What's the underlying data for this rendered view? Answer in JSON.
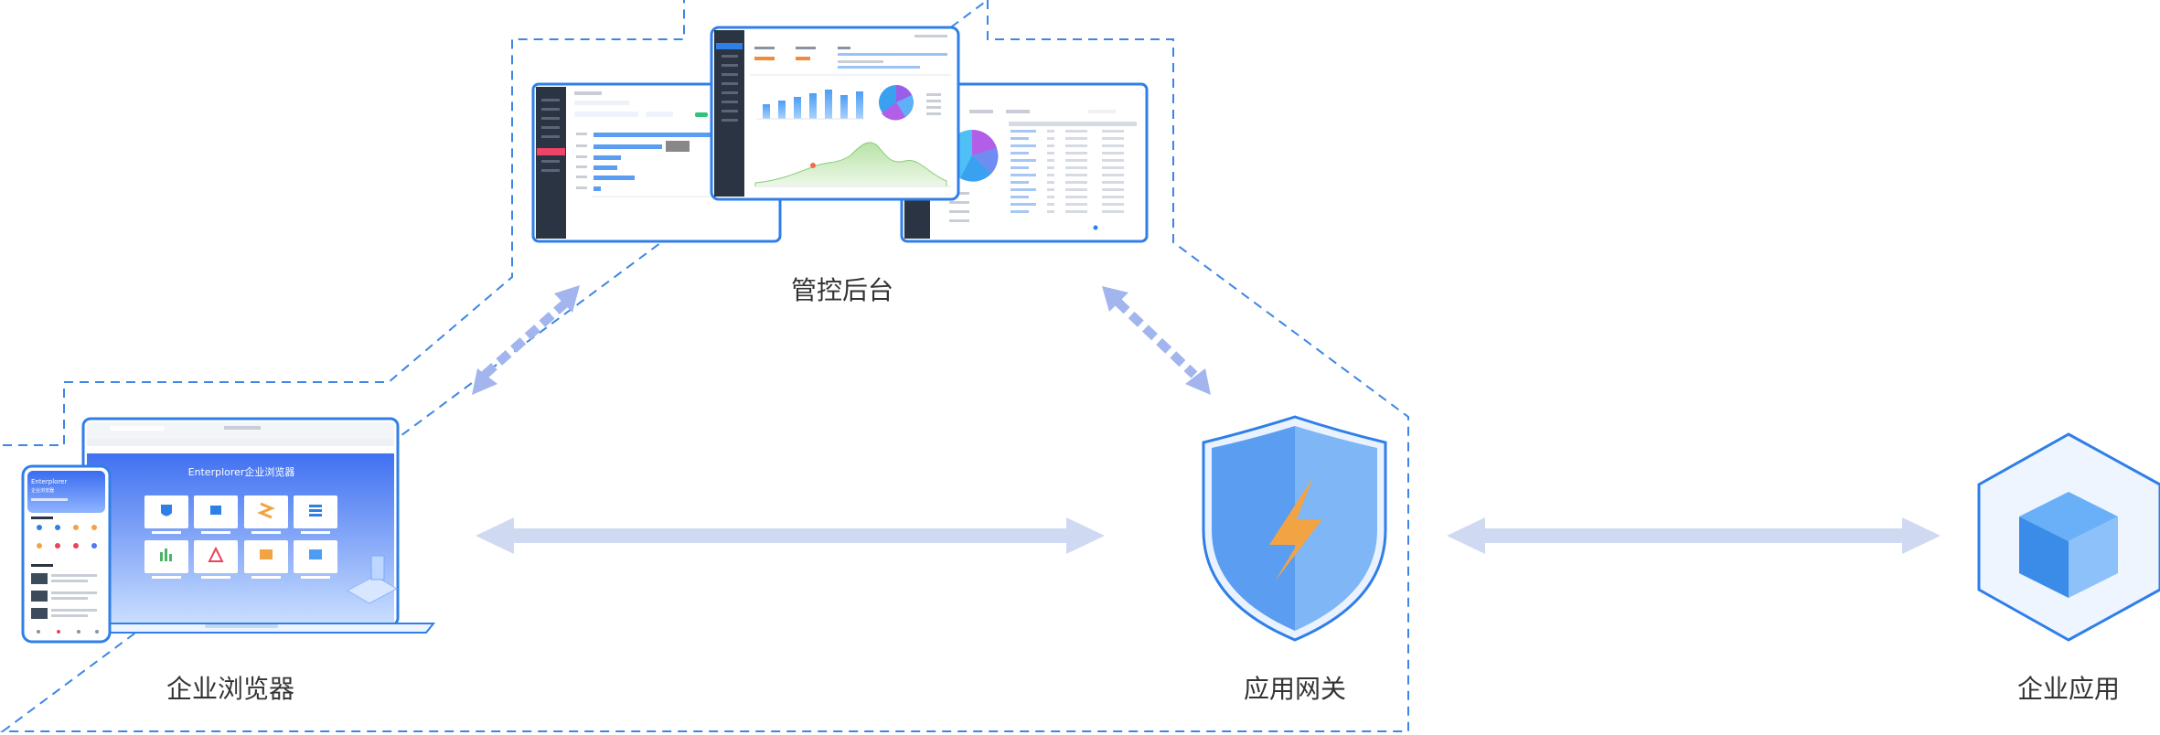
{
  "nodes": {
    "management": {
      "label": "管控后台"
    },
    "browser": {
      "label": "企业浏览器",
      "hero_title": "Enterplorer企业浏览器"
    },
    "mobile": {
      "app_name": "Enterplorer",
      "subtitle": "企业浏览器"
    },
    "gateway": {
      "label": "应用网关"
    },
    "enterprise_app": {
      "label": "企业应用"
    }
  },
  "colors": {
    "dashed_line": "#3d86e6",
    "accent": "#2f7fe8",
    "shield_main": "#5b9df0",
    "shield_light": "#7fb6f6",
    "bolt": "#f2a444",
    "arrow_light": "#cfdaf2",
    "arrow_diag": "#a3b5ee",
    "cube_top": "#6ab0f8",
    "cube_left": "#3b8be8",
    "cube_right": "#8cc1f9"
  },
  "icons": {
    "gateway": "shield-lightning-icon",
    "enterprise_app": "cube-hexagon-icon"
  }
}
